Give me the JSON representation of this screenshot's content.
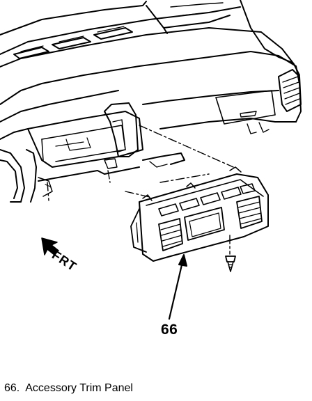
{
  "diagram": {
    "callout_number": "66",
    "direction_label": "FRT",
    "legend": {
      "number": "66.",
      "text": "Accessory Trim Panel"
    }
  }
}
